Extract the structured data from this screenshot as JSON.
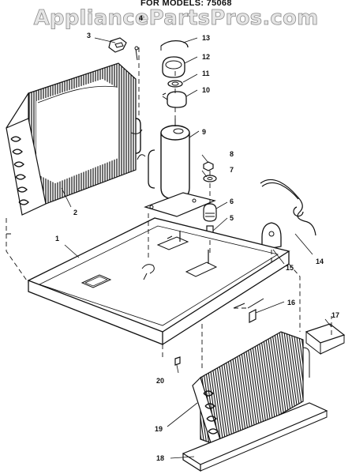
{
  "header": {
    "models_text": "FOR MODELS: 75068",
    "watermark": "AppliancePartsPros.com"
  },
  "callouts": [
    "1",
    "2",
    "3",
    "4",
    "5",
    "6",
    "7",
    "8",
    "9",
    "10",
    "11",
    "12",
    "13",
    "14",
    "15",
    "16",
    "17",
    "18",
    "19",
    "20"
  ]
}
